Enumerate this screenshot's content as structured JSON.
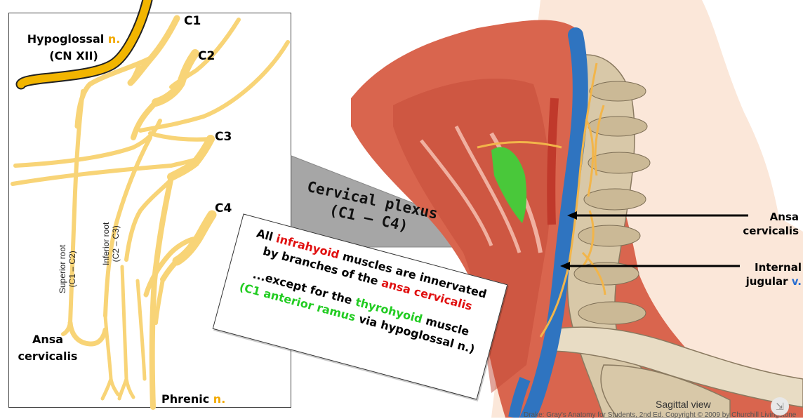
{
  "diagram": {
    "nerve_labels": {
      "c1": "C1",
      "c2": "C2",
      "c3": "C3",
      "c4": "C4"
    },
    "hypoglossal": {
      "line1_text": "Hypoglossal",
      "line1_suffix": "n.",
      "line2": "(CN XII)"
    },
    "superior_root": {
      "line1": "Superior root",
      "line2": "(C1 – C2)"
    },
    "inferior_root": {
      "line1": "Inferior root",
      "line2": "(C2 – C3)"
    },
    "ansa_label": {
      "line1": "Ansa",
      "line2": "cervicalis"
    },
    "phrenic": {
      "text": "Phrenic",
      "suffix": "n."
    }
  },
  "plexus_label": {
    "line1": "Cervical plexus",
    "line2": "(C1 – C4)"
  },
  "callout": {
    "line1_a": "All",
    "line1_b": "infrahyoid",
    "line1_c": "muscles are innervated",
    "line2_a": "by branches of the",
    "line2_b": "ansa cervicalis",
    "line3_a": "...except for the",
    "line3_b": "thyrohyoid",
    "line3_c": "muscle",
    "line4_a": "(C1 anterior ramus",
    "line4_b": "via hypoglossal n.)"
  },
  "anatomy_labels": {
    "ansa": {
      "line1": "Ansa",
      "line2": "cervicalis"
    },
    "ijv": {
      "line1": "Internal",
      "line2_text": "jugular",
      "line2_suffix": "v."
    },
    "view": "Sagittal view",
    "credit": "Drake: Gray's Anatomy for Students, 2nd Ed. Copyright © 2009 by Churchill Livingstone"
  },
  "colors": {
    "nerve_yellow": "#f8d477",
    "nerve_dark": "#f2b500",
    "accent_blue": "#2a6fd1",
    "accent_red": "#e01010",
    "accent_green": "#22cc22",
    "muscle": "#d9654e",
    "bone": "#d8c8a8",
    "vein": "#2f74c0"
  },
  "icons": {
    "floating_button": "collapse-arrows-icon"
  }
}
